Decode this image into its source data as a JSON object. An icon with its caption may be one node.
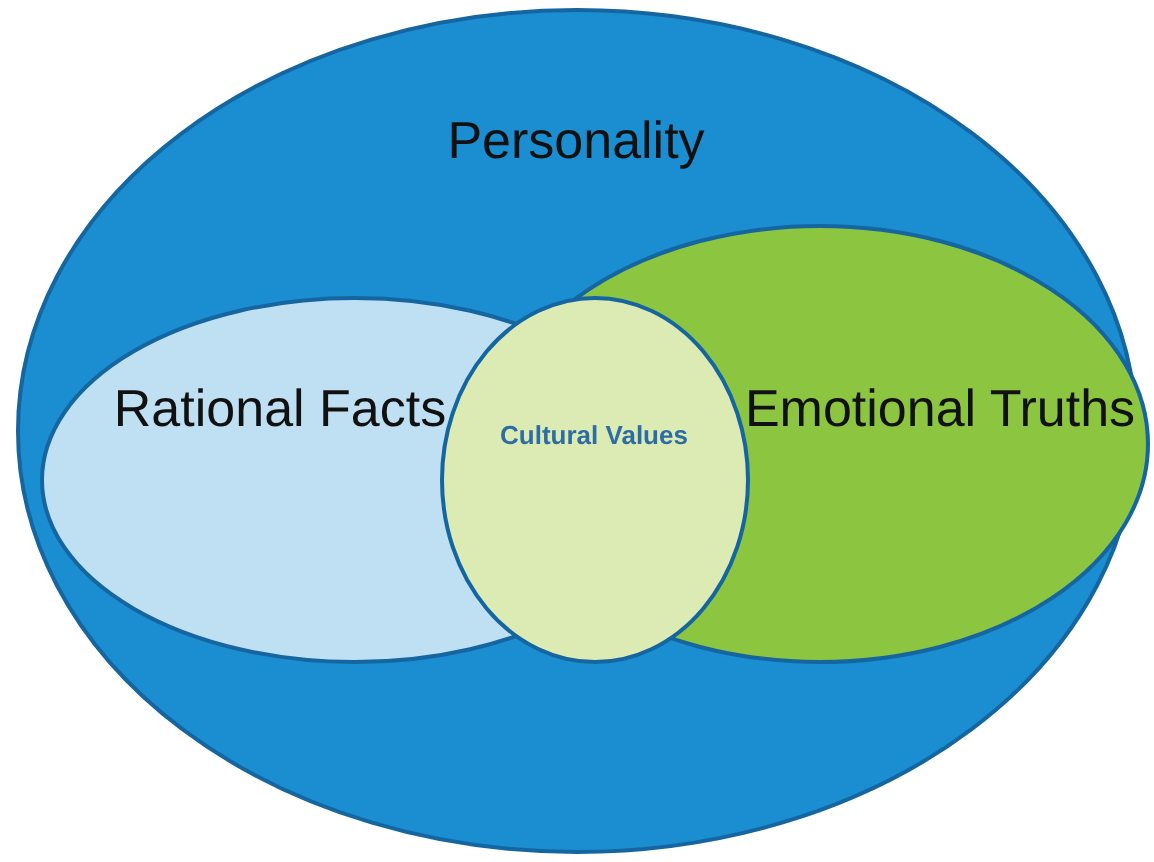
{
  "diagram": {
    "nodes": [
      {
        "text": [
          "Personality"
        ]
      },
      {
        "text": [
          "Rational Facts"
        ],
        "in": 0
      },
      {
        "text": [
          "Emotional Truths"
        ],
        "in": 0
      },
      {
        "text": [
          "Cultural Values"
        ],
        "in": 0
      }
    ],
    "edges": []
  }
}
